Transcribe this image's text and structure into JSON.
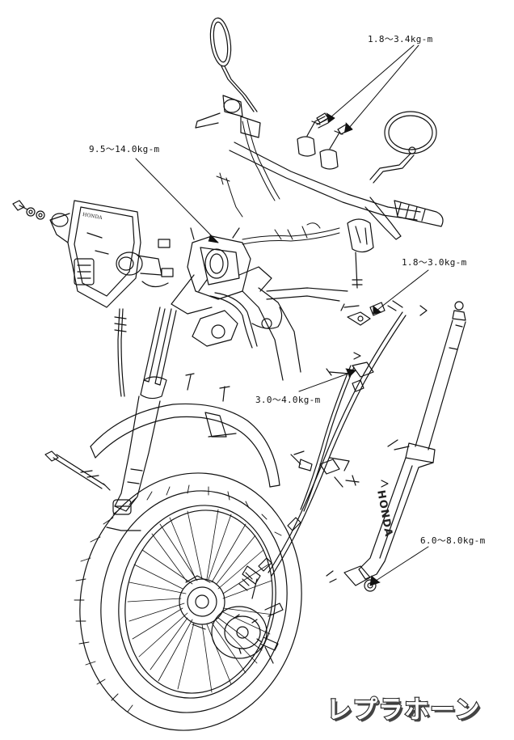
{
  "callouts": {
    "mirror_clamp": "1.8～3.4kg-m",
    "steering_stem": "9.5～14.0kg-m",
    "cable_clamp": "1.8～3.0kg-m",
    "fork_bracket": "3.0～4.0kg-m",
    "axle_nut": "6.0～8.0kg-m"
  },
  "brand_marks": {
    "fork_leg": "HONDA",
    "meter": "HONDA"
  },
  "watermark": "レプラホーン",
  "colors": {
    "line": "#111111",
    "background": "#ffffff"
  }
}
